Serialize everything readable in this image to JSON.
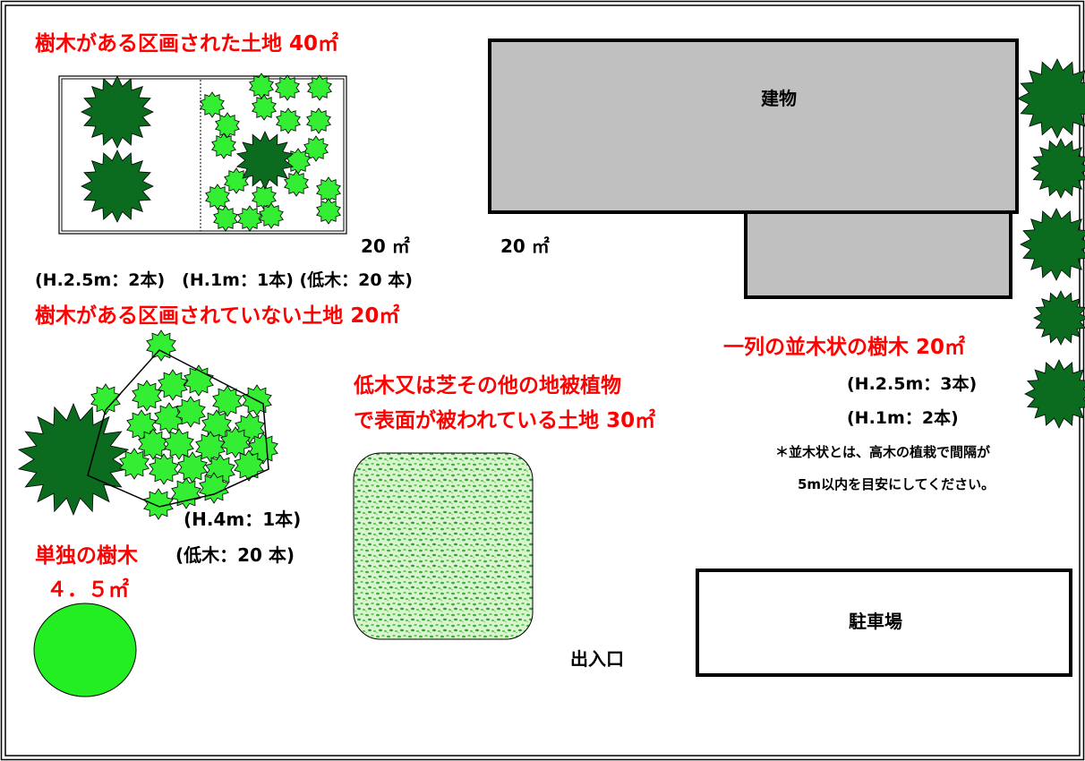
{
  "section_tree_plot": {
    "title": "樹木がある区画された土地 40㎡",
    "area_left": "20 ㎡",
    "area_right": "20 ㎡",
    "counts": "(H.2.5m：2本)　(H.1m：1本) (低木：20 本)"
  },
  "section_unplotted": {
    "title": "樹木がある区画されていない土地 20㎡",
    "counts_tall": "(H.4m：1本)",
    "counts_low": "(低木：20 本)"
  },
  "section_groundcover": {
    "title_line1": "低木又は芝その他の地被植物",
    "title_line2": "で表面が被われている土地 30㎡"
  },
  "section_single_tree": {
    "title": "単独の樹木",
    "area": "４．５㎡"
  },
  "section_row_trees": {
    "title": "一列の並木状の樹木 20㎡",
    "counts_tall": "(H.2.5m：3本)",
    "counts_low": "(H.1m：2本)",
    "note_line1": "＊並木状とは、高木の植栽で間隔が",
    "note_line2": "5m以内を目安にしてください。"
  },
  "building": {
    "label": "建物"
  },
  "parking": {
    "label": "駐車場"
  },
  "entrance": {
    "label": "出入口"
  },
  "colors": {
    "dark_tree": "#0b6b1e",
    "light_tree": "#33ee33",
    "building_fill": "#c0c0c0",
    "single_tree": "#22ee22",
    "heading_red": "#ff0000"
  }
}
